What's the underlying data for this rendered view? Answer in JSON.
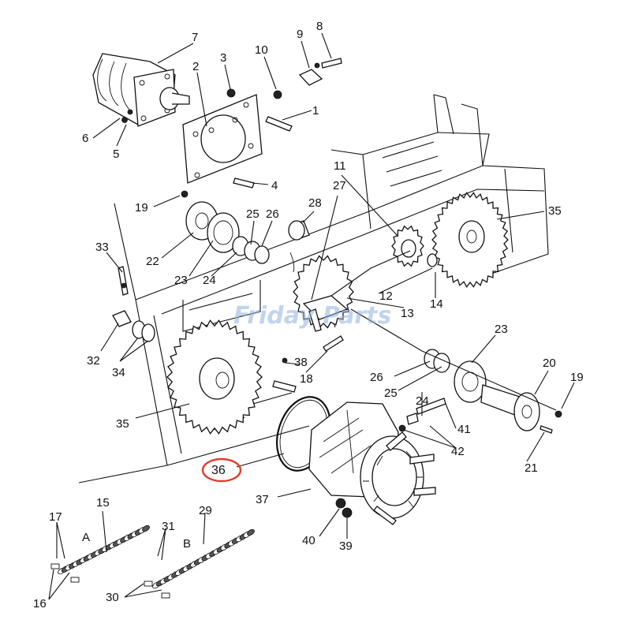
{
  "diagram": {
    "watermark": "Friday Parts",
    "highlight_color": "#e03c2c",
    "chain_labels": {
      "a": "A",
      "b": "B"
    },
    "callouts": {
      "c1": "1",
      "c2": "2",
      "c3": "3",
      "c4": "4",
      "c5": "5",
      "c6": "6",
      "c7": "7",
      "c8": "8",
      "c9": "9",
      "c10": "10",
      "c11": "11",
      "c12": "12",
      "c13": "13",
      "c14": "14",
      "c15": "15",
      "c16": "16",
      "c17": "17",
      "c18": "18",
      "c19a": "19",
      "c19b": "19",
      "c20": "20",
      "c21": "21",
      "c22": "22",
      "c23a": "23",
      "c23b": "23",
      "c24a": "24",
      "c24b": "24",
      "c25a": "25",
      "c25b": "25",
      "c26a": "26",
      "c26b": "26",
      "c27": "27",
      "c28": "28",
      "c29": "29",
      "c30": "30",
      "c31": "31",
      "c32": "32",
      "c33": "33",
      "c34": "34",
      "c35a": "35",
      "c35b": "35",
      "c36": "36",
      "c37": "37",
      "c38": "38",
      "c39": "39",
      "c40": "40",
      "c41": "41",
      "c42": "42"
    }
  }
}
